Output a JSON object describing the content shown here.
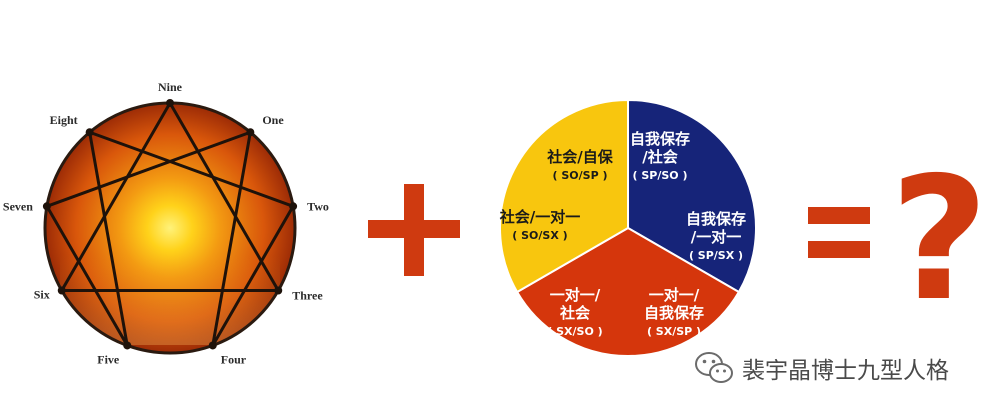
{
  "enneagram": {
    "points": [
      "Nine",
      "One",
      "Two",
      "Three",
      "Four",
      "Five",
      "Six",
      "Seven",
      "Eight"
    ]
  },
  "operators": {
    "plus": "+",
    "equals": "=",
    "question": "?"
  },
  "pie": {
    "colors": {
      "so": "#f8c60e",
      "sp": "#162479",
      "sx": "#d5360c"
    },
    "slices": [
      {
        "id": "so-sp",
        "lines": [
          "社会/自保"
        ],
        "code": "( SO/SP )",
        "fill": "#f8c60e",
        "text_color": "#1a1a1a"
      },
      {
        "id": "so-sx",
        "lines": [
          "社会/一对一"
        ],
        "code": "( SO/SX )",
        "fill": "#f8c60e",
        "text_color": "#1a1a1a"
      },
      {
        "id": "sp-so",
        "lines": [
          "自我保存",
          "/社会"
        ],
        "code": "( SP/SO )",
        "fill": "#162479",
        "text_color": "#ffffff"
      },
      {
        "id": "sp-sx",
        "lines": [
          "自我保存",
          "/一对一"
        ],
        "code": "( SP/SX )",
        "fill": "#162479",
        "text_color": "#ffffff"
      },
      {
        "id": "sx-so",
        "lines": [
          "一对一/",
          "社会"
        ],
        "code": "( SX/SO )",
        "fill": "#d5360c",
        "text_color": "#ffffff"
      },
      {
        "id": "sx-sp",
        "lines": [
          "一对一/",
          "自我保存"
        ],
        "code": "( SX/SP )",
        "fill": "#d5360c",
        "text_color": "#ffffff"
      }
    ]
  },
  "watermark": {
    "text": "裴宇晶博士九型人格",
    "icon": "wechat-icon"
  },
  "colors": {
    "operator": "#cf3a10"
  }
}
